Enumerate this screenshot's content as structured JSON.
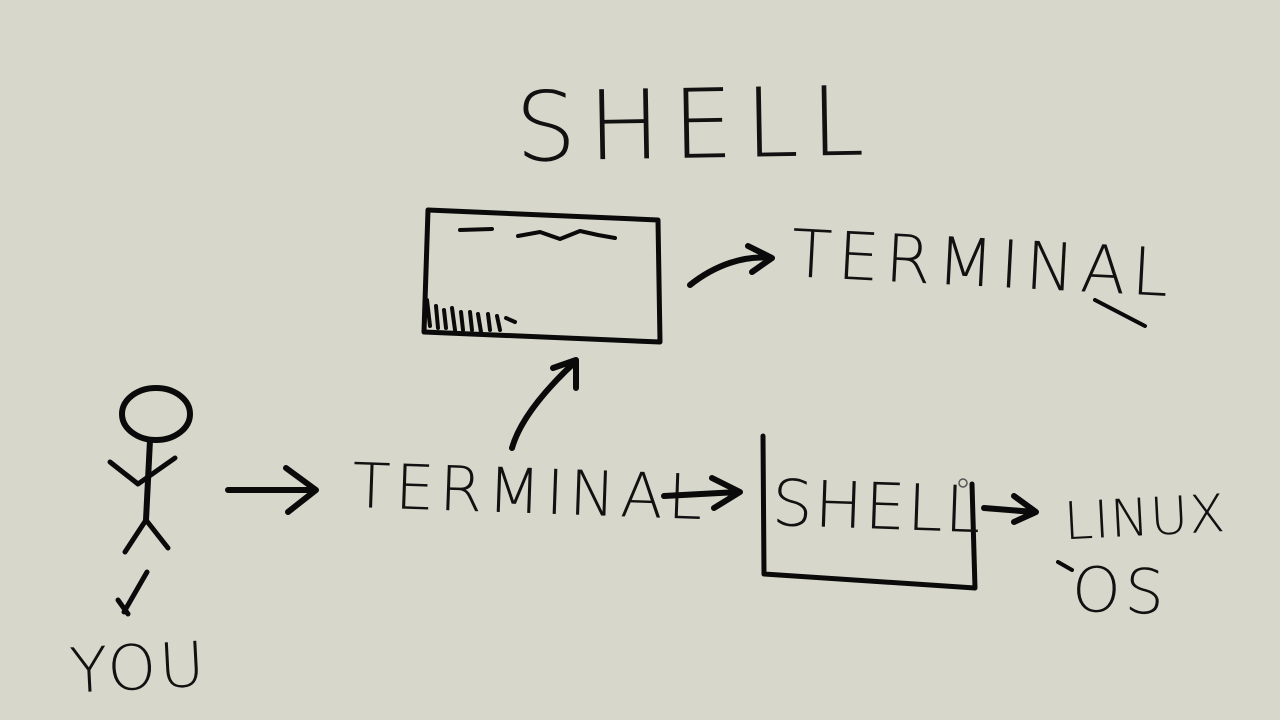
{
  "title": "SHELL",
  "terminal_label_top": "TERMINAL",
  "flow": {
    "you": "YOU",
    "terminal": "TERMINAL",
    "shell": "SHELL",
    "os_line1": "LINUX",
    "os_line2": "OS"
  },
  "colors": {
    "background": "#d7d8cb",
    "ink": "#0a0a0a"
  }
}
